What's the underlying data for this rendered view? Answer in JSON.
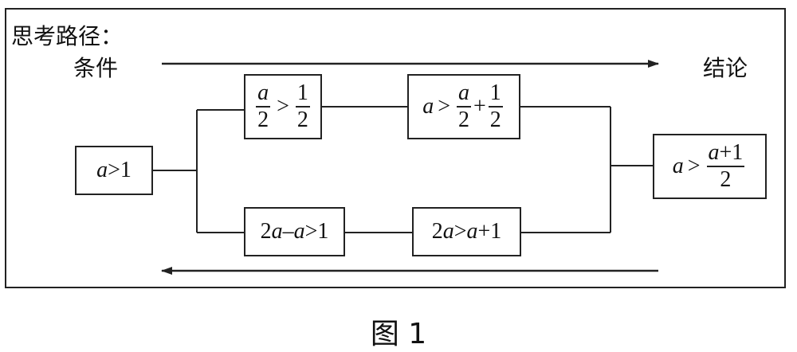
{
  "header": {
    "title": "思考路径："
  },
  "flow": {
    "start_label": "条件",
    "end_label": "结论"
  },
  "boxes": {
    "start": {
      "var": "a",
      "op": ">",
      "rhs": "1"
    },
    "top1": {
      "num_left": "a",
      "den_left": "2",
      "op": ">",
      "num_right": "1",
      "den_right": "2"
    },
    "top2": {
      "var": "a",
      "op": ">",
      "num1": "a",
      "den1": "2",
      "plus": "+",
      "num2": "1",
      "den2": "2"
    },
    "bottom1": {
      "text_a": "2",
      "var_a": "a",
      "minus": "–",
      "var_b": "a",
      "op": ">",
      "rhs": "1"
    },
    "bottom2": {
      "text_a": "2",
      "var_a": "a",
      "op": ">",
      "var_b": "a",
      "plus": "+",
      "rhs": "1"
    },
    "end": {
      "var": "a",
      "op": ">",
      "num": "a+1",
      "den": "2"
    }
  },
  "caption": "图 1"
}
